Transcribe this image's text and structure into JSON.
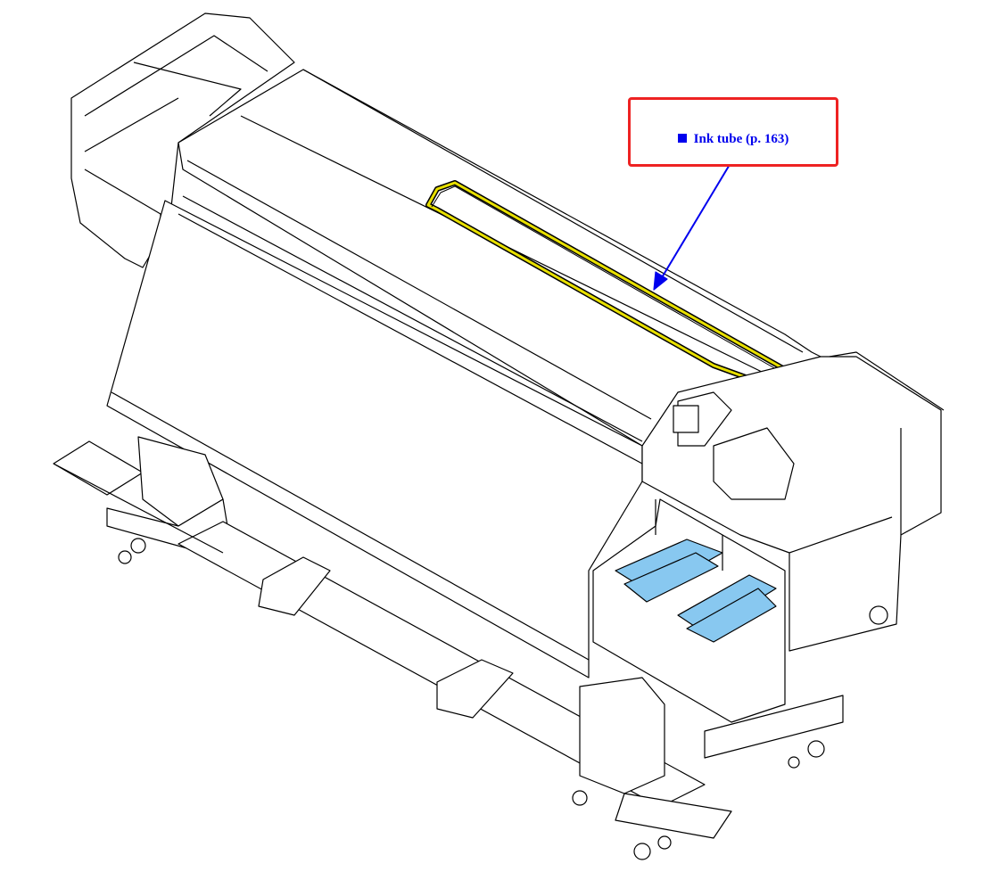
{
  "figure": {
    "type": "technical-illustration",
    "subject": "large-format inkjet printer isometric line drawing",
    "highlight_color": "#e8e000",
    "cartridge_color": "#88c8f0",
    "line_color": "#000000"
  },
  "callout": {
    "label": "Ink tube (p. 163)",
    "border_color": "#ee2222",
    "text_color": "#0000ee",
    "bullet_icon": "filled-square"
  }
}
